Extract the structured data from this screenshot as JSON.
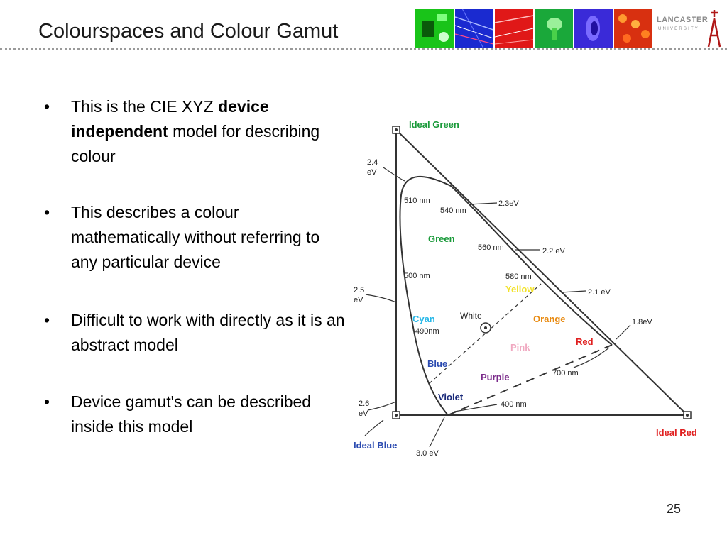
{
  "header": {
    "title": "Colourspaces and Colour Gamut",
    "logo_text": "LANCASTER",
    "logo_subtext": "UNIVERSITY"
  },
  "bullets": [
    {
      "pre": "This is the CIE XYZ ",
      "bold": "device independent",
      "post": " model for describing colour"
    },
    {
      "text": "This describes a colour mathematically without referring to any particular device"
    },
    {
      "text": "Difficult to work with directly as it is an abstract model"
    },
    {
      "text": "Device gamut's can be described inside this model"
    }
  ],
  "diagram": {
    "ideal_green": "Ideal Green",
    "ideal_blue": "Ideal Blue",
    "ideal_red": "Ideal Red",
    "ev_2_4": [
      "2.4",
      "eV"
    ],
    "ev_2_5": [
      "2.5",
      "eV"
    ],
    "ev_2_6": [
      "2.6",
      "eV"
    ],
    "ev_2_3": "2.3eV",
    "ev_2_2": "2.2 eV",
    "ev_2_1": "2.1 eV",
    "ev_1_8": "1.8eV",
    "ev_3_0": "3.0 eV",
    "nm_510": "510 nm",
    "nm_540": "540 nm",
    "nm_560": "560 nm",
    "nm_580": "580 nm",
    "nm_500": "500 nm",
    "nm_490": "490nm",
    "nm_700": "700 nm",
    "nm_400": "400 nm",
    "green": "Green",
    "yellow": "Yellow",
    "cyan": "Cyan",
    "white": "White",
    "orange": "Orange",
    "pink": "Pink",
    "red": "Red",
    "blue": "Blue",
    "purple": "Purple",
    "violet": "Violet",
    "colors": {
      "green_label": "#1a9a3a",
      "yellow_label": "#f2e22a",
      "cyan_label": "#28b8e8",
      "orange_label": "#e88a10",
      "pink_label": "#f0a8c0",
      "red_label": "#e02020",
      "blue_label": "#2a4ab0",
      "purple_label": "#7a2a8a",
      "violet_label": "#1a2a7a"
    }
  },
  "footer": {
    "page_number": "25"
  }
}
